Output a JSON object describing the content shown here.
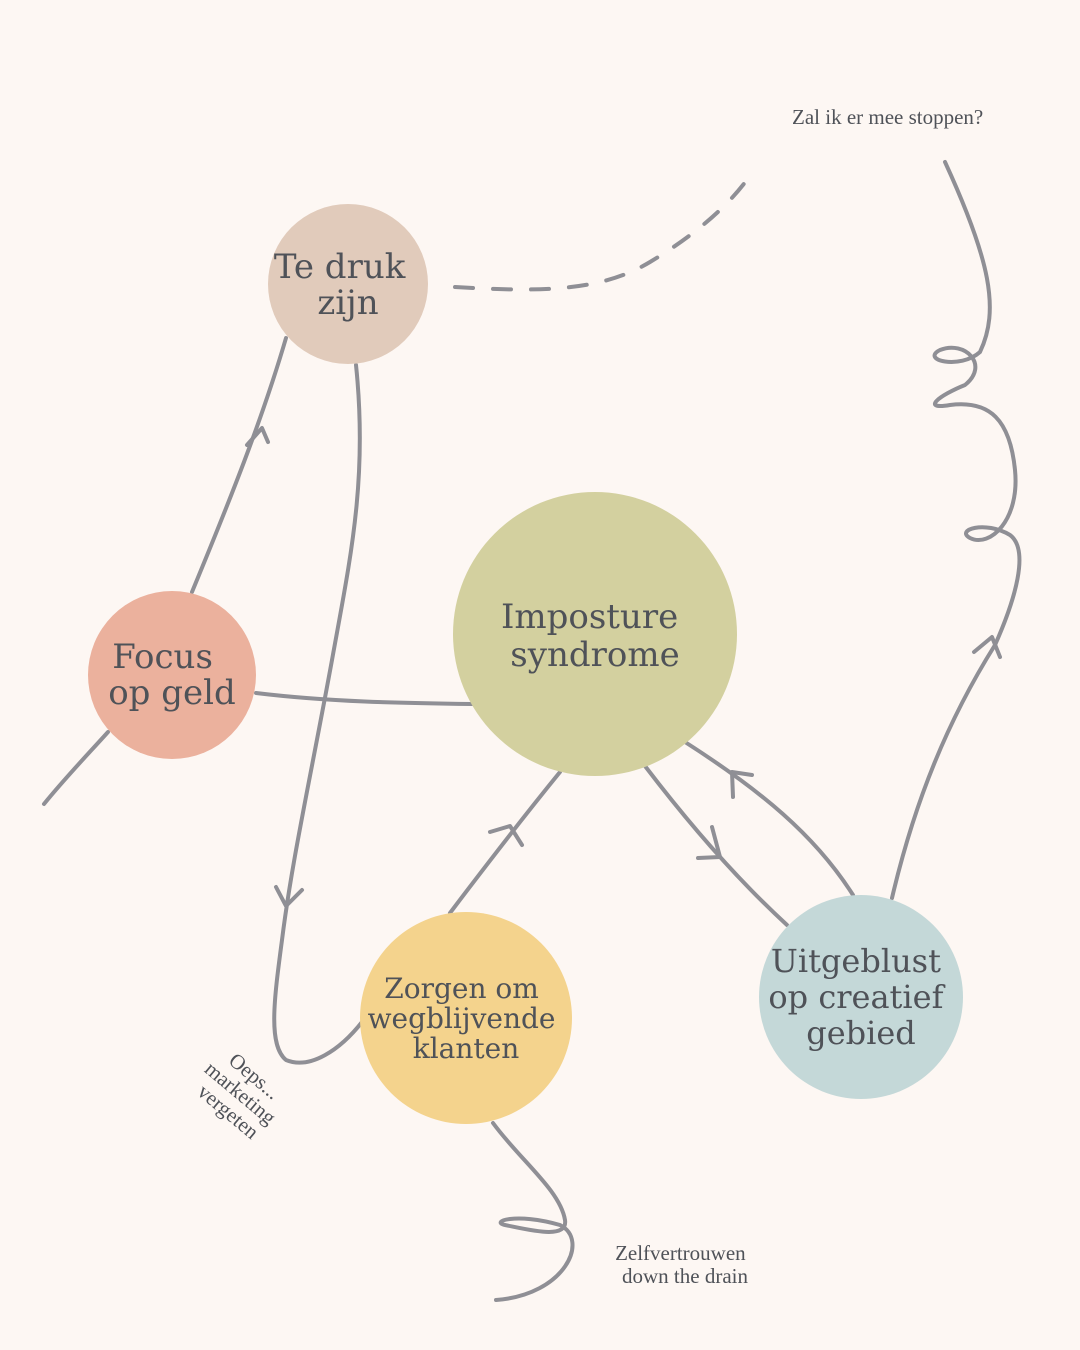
{
  "colors": {
    "background": "#fdf7f3",
    "line": "#8f8f95",
    "text": "#4f5258",
    "te_druk": "#e1cbbb",
    "focus": "#ebb19d",
    "imposture": "#d3d09f",
    "zorgen": "#f4d38d",
    "uitgeblust": "#c4d8d8"
  },
  "nodes": {
    "te_druk": {
      "line1": "Te druk",
      "line2": "zijn"
    },
    "focus": {
      "line1": "Focus",
      "line2": "op geld"
    },
    "imposture": {
      "line1": "Imposture",
      "line2": "syndrome"
    },
    "zorgen": {
      "line1": "Zorgen om",
      "line2": "wegblijvende",
      "line3": "klanten"
    },
    "uitgeblust": {
      "line1": "Uitgeblust",
      "line2": "op creatief",
      "line3": "gebied"
    }
  },
  "annotations": {
    "stoppen": "Zal ik er mee stoppen?",
    "oeps": {
      "line1": "Oeps...",
      "line2": "marketing",
      "line3": "vergeten"
    },
    "zelfvertrouwen": {
      "line1": "Zelfvertrouwen",
      "line2": "down the drain"
    }
  }
}
